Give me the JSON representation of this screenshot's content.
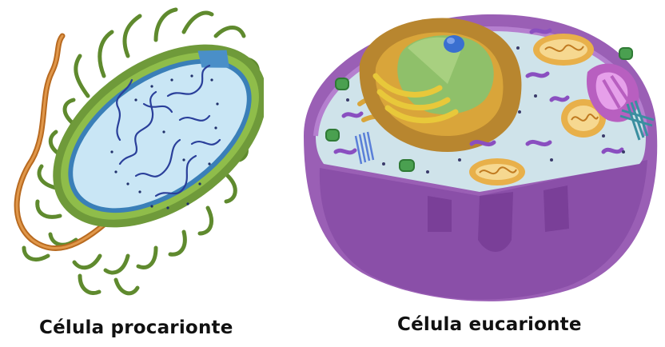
{
  "captions": {
    "prokaryote": "Célula procarionte",
    "eukaryote": "Célula eucarionte"
  },
  "colors": {
    "prokaryote_cytoplasm": "#c9e6f5",
    "prokaryote_wall": "#6f9a3a",
    "prokaryote_membrane": "#3a7fb8",
    "prokaryote_dna": "#2a3f9a",
    "flagellum": "#c8792a",
    "pili": "#6f9a3a",
    "eukaryote_membrane": "#9a5fb5",
    "eukaryote_cytoplasm": "#cfe3ea",
    "nucleus_envelope": "#b8862f",
    "nucleus_interior": "#8fc06a",
    "nucleolus": "#3a6fd0",
    "golgi": "#e8c83a",
    "mitochondria": "#e8b04a",
    "vesicles": "#8a4fc0"
  },
  "icons": {
    "prokaryote": "prokaryotic-cell-illustration",
    "eukaryote": "eukaryotic-cell-illustration"
  }
}
